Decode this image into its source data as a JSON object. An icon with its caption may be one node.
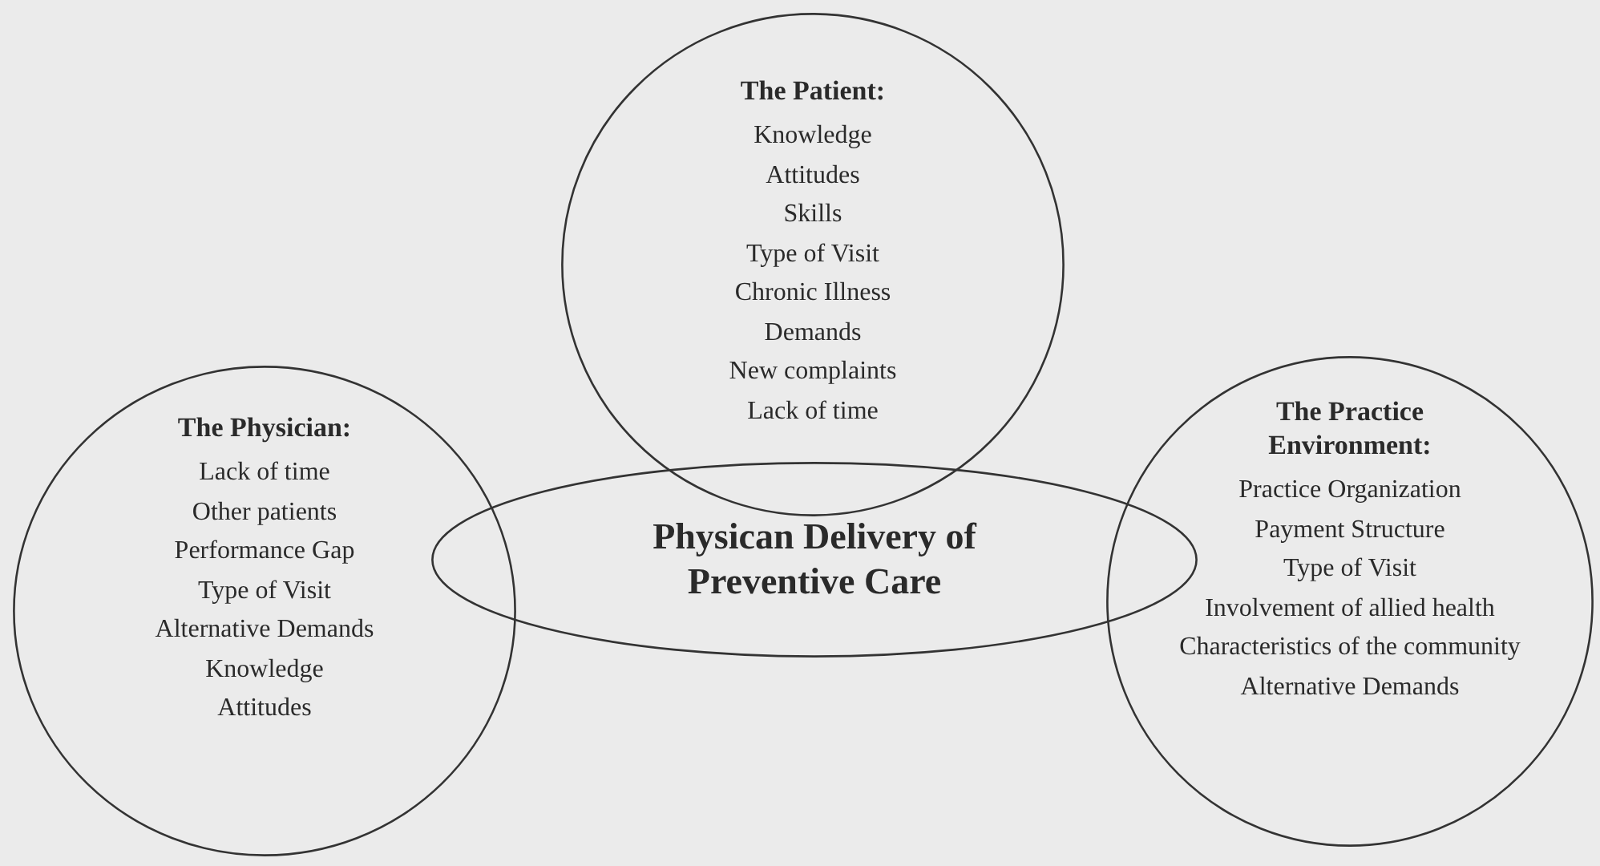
{
  "diagram": {
    "nodes": [
      {
        "text": [
          "The Patient:",
          "Knowledge",
          "Attitudes",
          "Skills",
          "Type of Visit",
          "Chronic Illness",
          "Demands",
          "New complaints",
          "Lack of time"
        ]
      },
      {
        "text": [
          "The Physician:",
          "Lack of time",
          "Other patients",
          "Performance Gap",
          "Type of Visit",
          "Alternative Demands",
          "Knowledge",
          "Attitudes"
        ]
      },
      {
        "text": [
          "Physican Delivery of Preventive Care"
        ]
      },
      {
        "text": [
          "The Practice Environment:",
          "Practice Organization",
          "Payment Structure",
          "Type of Visit",
          "Involvement of allied health",
          "Characteristics of the community",
          "Alternative Demands"
        ]
      }
    ]
  }
}
